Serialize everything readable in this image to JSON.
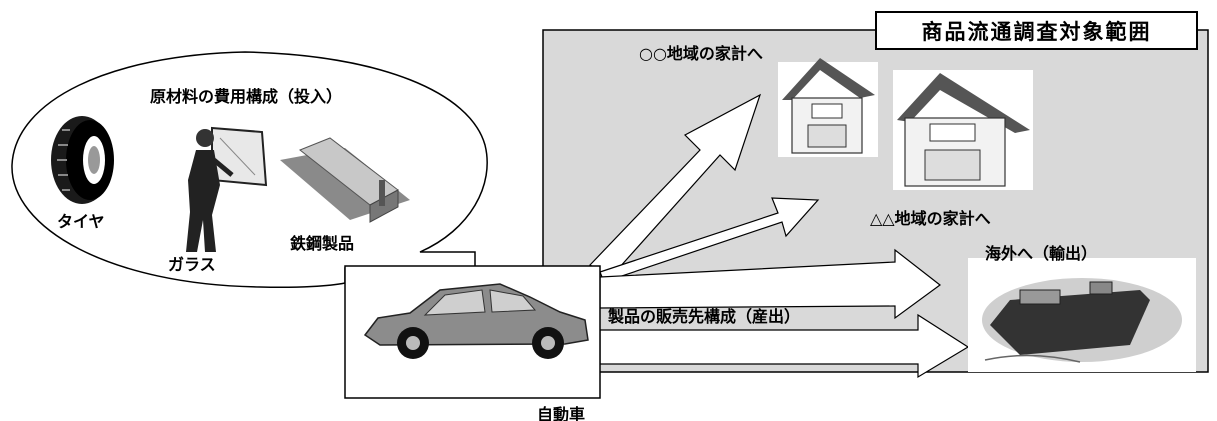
{
  "scope_title": "商品流通調査対象範囲",
  "inputs": {
    "heading": "原材料の費用構成（投入）",
    "items": [
      "タイヤ",
      "ガラス",
      "鉄鋼製品"
    ]
  },
  "product": "自動車",
  "outputs": {
    "heading": "製品の販売先構成（産出）",
    "destinations": [
      "○○地域の家計へ",
      "△△地域の家計へ",
      "海外へ（輸出）"
    ]
  },
  "colors": {
    "scope_fill": "#d9d9d9",
    "border": "#000000",
    "arrow_fill": "#ffffff"
  },
  "icons": [
    "tire-icon",
    "worker-glass-icon",
    "steel-beam-icon",
    "car-icon",
    "house-icon",
    "ship-icon"
  ]
}
